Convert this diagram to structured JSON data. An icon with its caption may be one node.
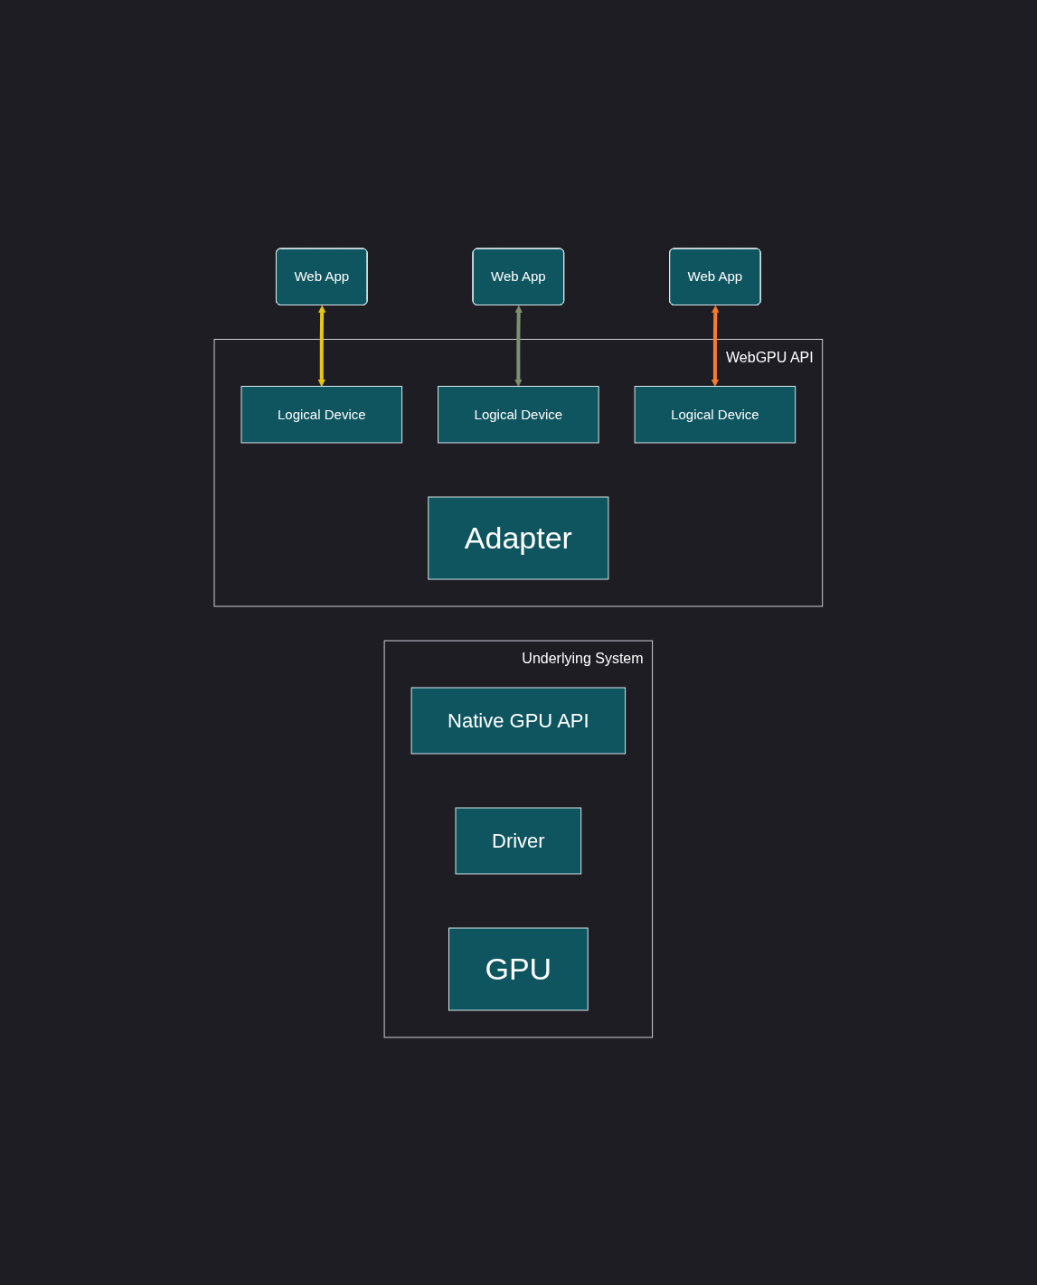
{
  "diagram": {
    "nodes": [
      {
        "text": [
          "Web App"
        ]
      },
      {
        "text": [
          "Web App"
        ]
      },
      {
        "text": [
          "Web App"
        ]
      },
      {
        "text": [
          "WebGPU API"
        ]
      },
      {
        "text": [
          "Logical Device"
        ],
        "in": 3
      },
      {
        "text": [
          "Logical Device"
        ],
        "in": 3
      },
      {
        "text": [
          "Logical Device"
        ],
        "in": 3
      },
      {
        "text": [
          "Adapter"
        ],
        "in": 3
      },
      {
        "text": [
          "Underlying System"
        ]
      },
      {
        "text": [
          "Native GPU API"
        ],
        "in": 8
      },
      {
        "text": [
          "Driver"
        ],
        "in": 8
      },
      {
        "text": [
          "GPU"
        ],
        "in": 8
      }
    ],
    "edges": [
      {
        "from": 0,
        "to": 4,
        "arrow": "both",
        "color": "#e6c619"
      },
      {
        "from": 1,
        "to": 5,
        "arrow": "both",
        "color": "#7d9170"
      },
      {
        "from": 2,
        "to": 6,
        "arrow": "both",
        "color": "#f97b2b"
      }
    ]
  }
}
